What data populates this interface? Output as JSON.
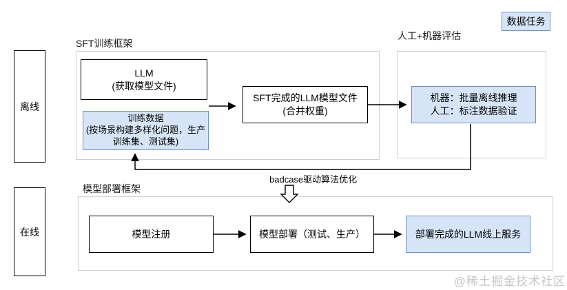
{
  "legend": {
    "data_task": "数据任务"
  },
  "lanes": {
    "offline": "离线",
    "online": "在线"
  },
  "sft_frame": {
    "title": "SFT训练框架",
    "llm_box": {
      "line1": "LLM",
      "line2": "(获取模型文件)"
    },
    "training_data_box": {
      "line1": "训练数据",
      "line2": "(按场景构建多样化问题，生产",
      "line3": "训练集、测试集)"
    },
    "sft_model_box": {
      "line1": "SFT完成的LLM模型文件",
      "line2": "(合并权重)"
    }
  },
  "eval_frame": {
    "title": "人工+机器评估",
    "eval_box": {
      "line1": "机器：批量离线推理",
      "line2": "人工：标注数据验证"
    }
  },
  "feedback": {
    "label": "badcase驱动算法优化"
  },
  "deploy_frame": {
    "title": "模型部署框架",
    "register_box": {
      "label": "模型注册"
    },
    "deploy_box": {
      "label": "模型部署（测试、生产）"
    },
    "service_box": {
      "label": "部署完成的LLM线上服务"
    }
  },
  "watermark": "@稀土掘金技术社区",
  "colors": {
    "node_fill_blue": "#d5e5f7",
    "node_border_blue": "#6c8ebf",
    "frame_border": "#cfcfcf",
    "node_border_black": "#000000",
    "arrow_color": "#000000",
    "watermark_color": "#c6c6c6",
    "background": "#ffffff"
  }
}
